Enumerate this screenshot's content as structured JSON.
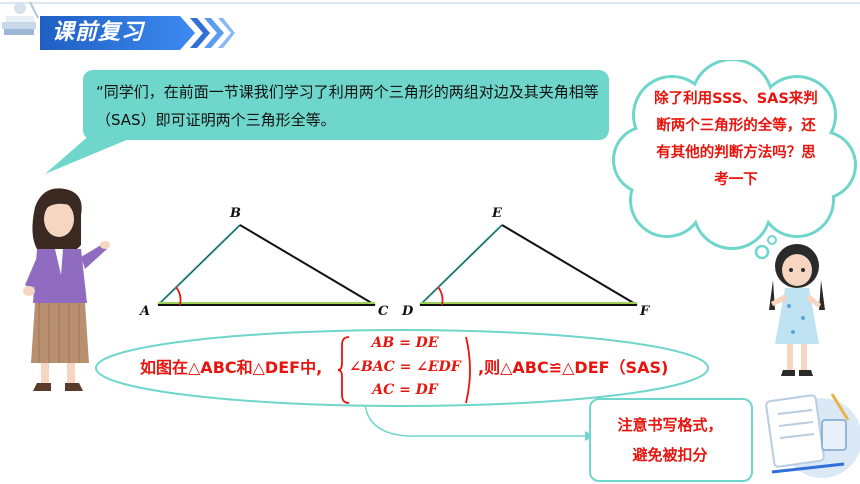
{
  "header": {
    "title": "课前复习"
  },
  "speech": {
    "text": "“同学们，在前面一节课我们学习了利用两个三角形的两组对边及其夹角相等（SAS）即可证明两个三角形全等。"
  },
  "thought": {
    "text": "除了利用SSS、SAS来判断两个三角形的全等，还有其他的判断方法吗？思考一下"
  },
  "triangles": {
    "left": {
      "A": "A",
      "B": "B",
      "C": "C"
    },
    "right": {
      "D": "D",
      "E": "E",
      "F": "F"
    }
  },
  "statement": {
    "prefix": "如图在△ABC和△DEF中,",
    "conditions": [
      "AB = DE",
      "∠BAC = ∠EDF",
      "AC = DF"
    ],
    "suffix": ",则△ABC≌△DEF（SAS)"
  },
  "note": {
    "line1": "注意书写格式，",
    "line2": "避免被扣分"
  },
  "colors": {
    "accent": "#2f6fd6",
    "speech_bg": "#6fd6cb",
    "red": "#e8140e",
    "teal_line": "#6fd6cb"
  }
}
